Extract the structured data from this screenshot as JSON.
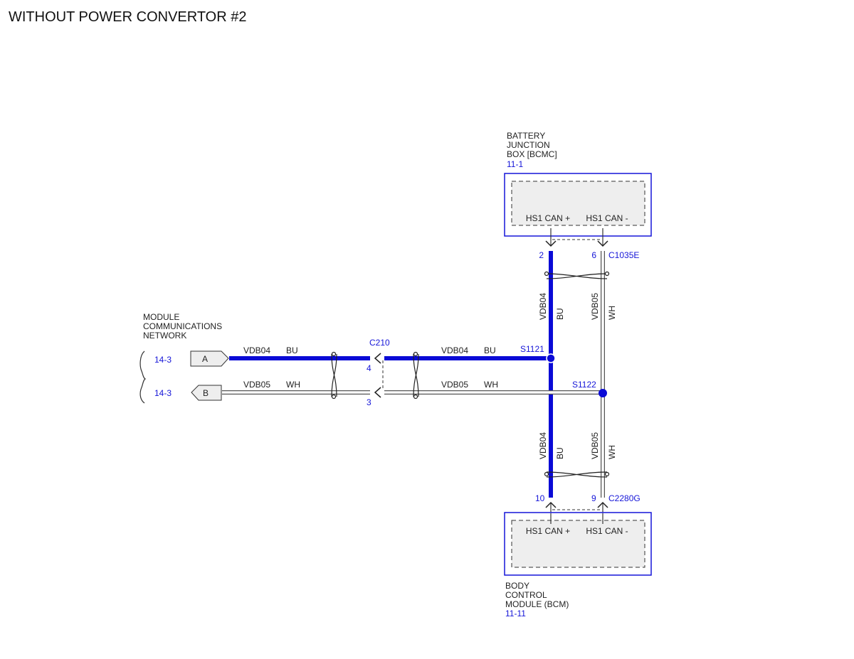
{
  "title": "WITHOUT POWER CONVERTOR #2",
  "colors": {
    "blue_wire": "#0a0ad6",
    "white_wire": "#ffffff",
    "link_blue": "#1515d8",
    "box_fill": "#eeeeee"
  },
  "modules": {
    "battery_junction_box": {
      "name_lines": [
        "BATTERY",
        "JUNCTION",
        "BOX [BCMC]"
      ],
      "ref": "11-1",
      "pin_left_label": "HS1 CAN +",
      "pin_right_label": "HS1 CAN -",
      "connector": "C1035E",
      "pin_left_number": "2",
      "pin_right_number": "6"
    },
    "body_control_module": {
      "name_lines": [
        "BODY",
        "CONTROL",
        "MODULE (BCM)"
      ],
      "ref": "11-11",
      "pin_left_label": "HS1 CAN +",
      "pin_right_label": "HS1 CAN -",
      "connector": "C2280G",
      "pin_left_number": "10",
      "pin_right_number": "9"
    }
  },
  "network": {
    "name_lines": [
      "MODULE",
      "COMMUNICATIONS",
      "NETWORK"
    ],
    "ref_a": "14-3",
    "ref_b": "14-3",
    "flag_a": "A",
    "flag_b": "B"
  },
  "inline_connector": {
    "name": "C210",
    "pin_top": "4",
    "pin_bottom": "3"
  },
  "splices": {
    "top": "S1121",
    "bottom": "S1122"
  },
  "wires": {
    "vdb04_circuit": "VDB04",
    "vdb04_color": "BU",
    "vdb05_circuit": "VDB05",
    "vdb05_color": "WH"
  }
}
